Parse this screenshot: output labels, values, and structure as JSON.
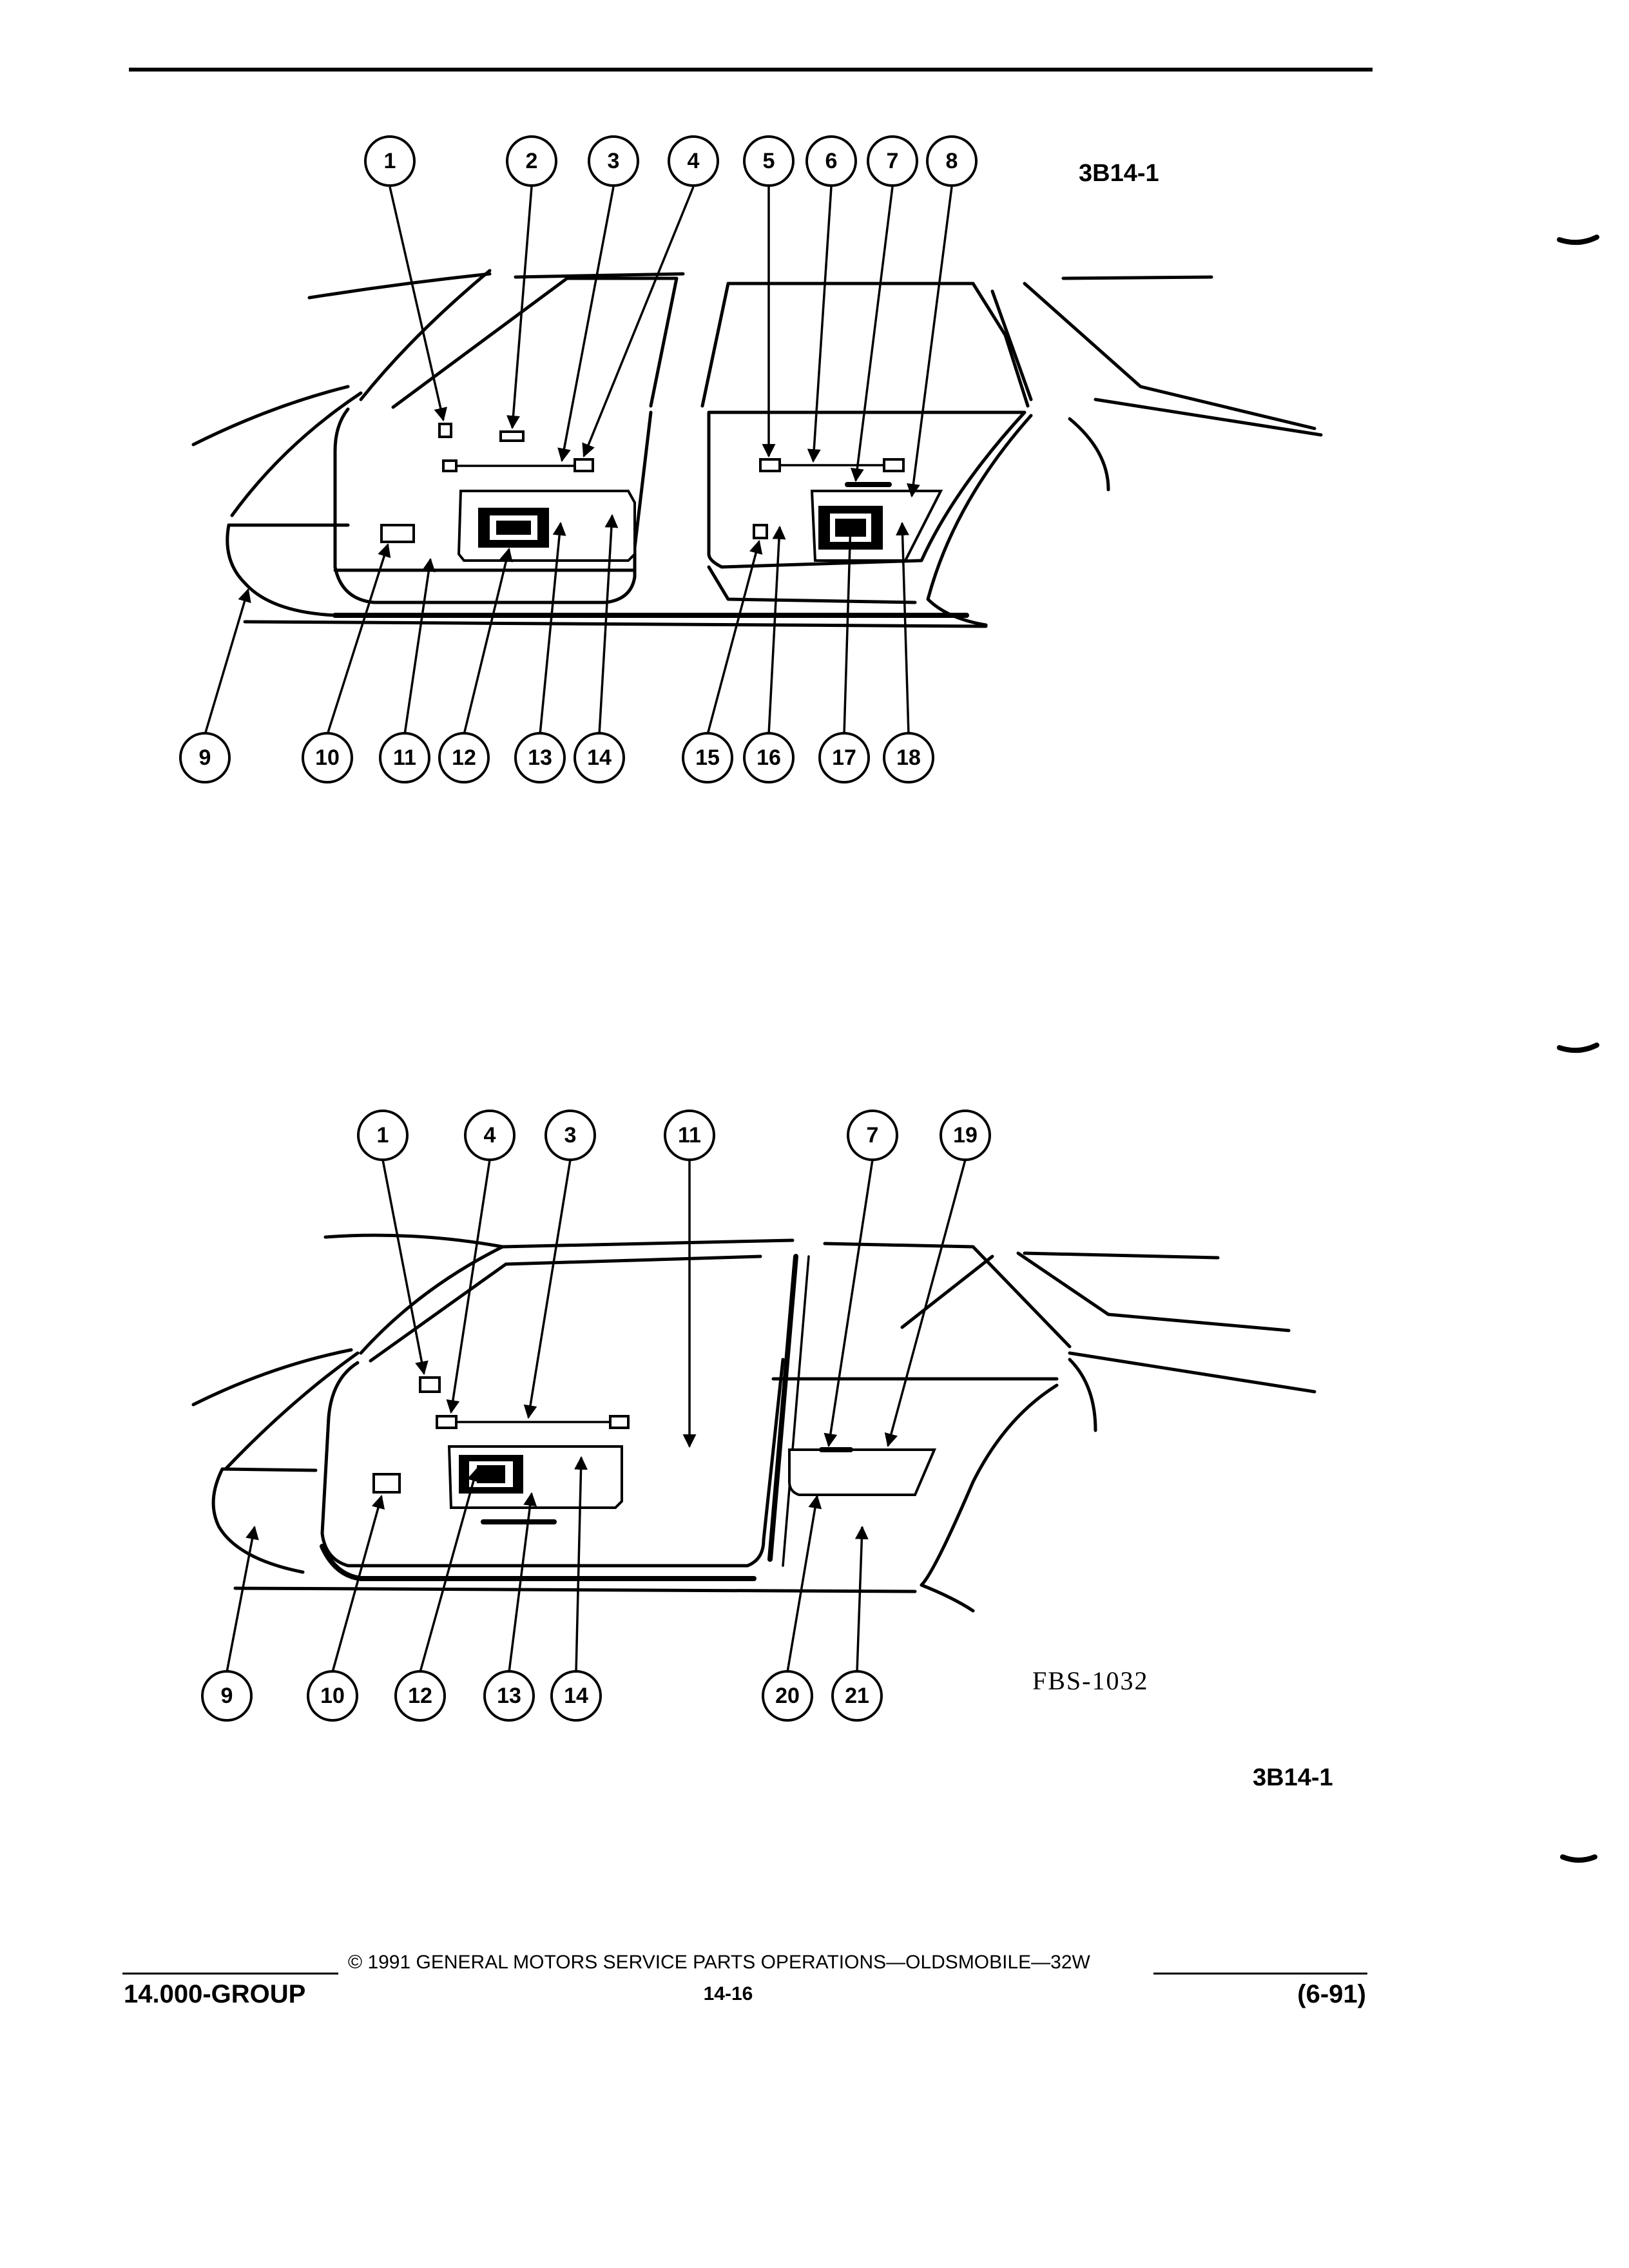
{
  "figure_top": {
    "label": "3B14-1",
    "callouts": [
      "1",
      "2",
      "3",
      "4",
      "5",
      "6",
      "7",
      "8",
      "9",
      "10",
      "11",
      "12",
      "13",
      "14",
      "15",
      "16",
      "17",
      "18"
    ]
  },
  "figure_bottom": {
    "label": "FBS-1032",
    "callouts": [
      "1",
      "4",
      "3",
      "11",
      "7",
      "19",
      "9",
      "10",
      "12",
      "13",
      "14",
      "20",
      "21"
    ]
  },
  "page_label": "3B14-1",
  "footer": {
    "copyright": "© 1991 GENERAL MOTORS SERVICE PARTS OPERATIONS—OLDSMOBILE—32W",
    "group": "14.000-GROUP",
    "page_number": "14-16",
    "date_code": "(6-91)"
  }
}
